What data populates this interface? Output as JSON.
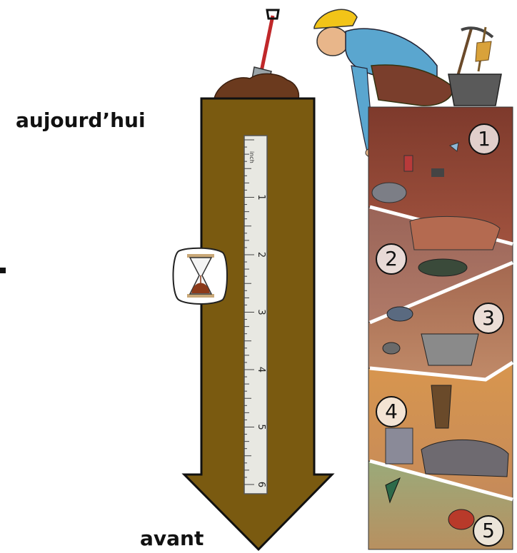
{
  "labels": {
    "today": "aujourd’hui",
    "before": "avant"
  },
  "ruler": {
    "unit": "inch",
    "ticks": [
      "1",
      "2",
      "3",
      "4",
      "5",
      "6"
    ]
  },
  "layers": [
    {
      "number": "1"
    },
    {
      "number": "2"
    },
    {
      "number": "3"
    },
    {
      "number": "4"
    },
    {
      "number": "5"
    }
  ],
  "colors": {
    "arrow": "#7a5a10",
    "arrow_outline": "#111111",
    "soil_top": "#8b4a3a",
    "soil_mid": "#9a6a55",
    "soil_orange": "#c98a45",
    "soil_bottom": "#8fa070",
    "ruler": "#e8e8e2",
    "hourglass_sand": "#8b3a1a"
  },
  "icons": [
    "shovel-icon",
    "hourglass-icon",
    "archaeologist-illustration",
    "pickaxe-icon",
    "broom-icon",
    "bucket-icon"
  ]
}
